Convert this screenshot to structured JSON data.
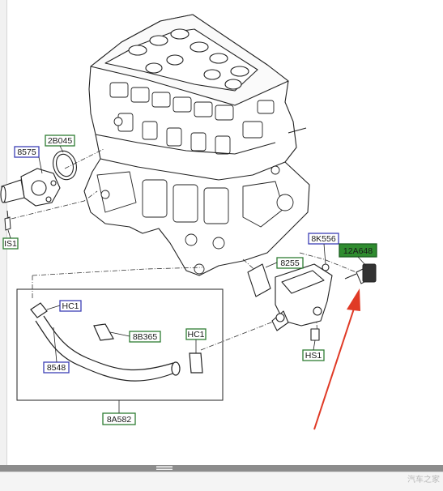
{
  "callouts": [
    {
      "id": "8575",
      "style": "blue"
    },
    {
      "id": "2B045",
      "style": "green"
    },
    {
      "id": "IS1",
      "text": "IS1",
      "style": "green"
    },
    {
      "id": "8K556",
      "style": "blue"
    },
    {
      "id": "12A648",
      "style": "green"
    },
    {
      "id": "8255",
      "style": "green"
    },
    {
      "id": "HC1a",
      "text": "HC1",
      "style": "blue"
    },
    {
      "id": "8B365",
      "style": "green"
    },
    {
      "id": "HC1b",
      "text": "HC1",
      "style": "green"
    },
    {
      "id": "8548",
      "style": "blue"
    },
    {
      "id": "HS1",
      "style": "green"
    },
    {
      "id": "8A582",
      "style": "green"
    }
  ],
  "colors": {
    "blue_border": "#3c3fb5",
    "green_border": "#2e7d32",
    "highlight_fill": "#2f8c2f",
    "arrow": "#e03a26",
    "line": "#222222"
  },
  "watermark_text": "汽车之家"
}
